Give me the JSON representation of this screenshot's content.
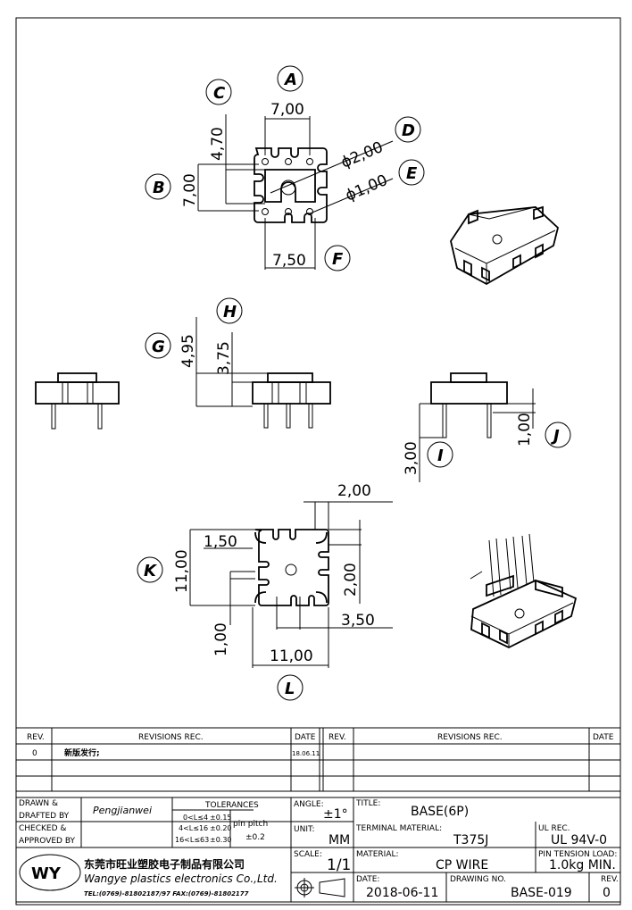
{
  "drawing": {
    "labels": {
      "A": "A",
      "B": "B",
      "C": "C",
      "D": "D",
      "E": "E",
      "F": "F",
      "G": "G",
      "H": "H",
      "I": "I",
      "J": "J",
      "K": "K",
      "L": "L"
    },
    "top_view": {
      "width_top": "7,00",
      "height_left": "7,00",
      "window_height": "4,70",
      "dia_big": "ϕ2,00",
      "dia_pin": "ϕ1,00",
      "width_bottom": "7,50"
    },
    "side_view": {
      "total_height": "4,95",
      "body_height": "3,75",
      "pin_length": "3,00",
      "standoff": "1,00"
    },
    "bottom_view": {
      "slot_top": "2,00",
      "corner": "1,50",
      "height": "11,00",
      "slot_right": "2,00",
      "pitch": "3,50",
      "slot_width": "1,00",
      "width": "11,00"
    }
  },
  "revisions": {
    "headers": {
      "rev": "REV.",
      "rec": "REVISIONS   REC.",
      "date": "DATE"
    },
    "rows": [
      {
        "rev": "0",
        "rec": "新版发行;",
        "date": "18.06.11"
      }
    ]
  },
  "title_block": {
    "drawn_label": "DRAWN &",
    "drafted_label": "DRAFTED BY",
    "drawn_by": "Pengjianwei",
    "checked_label": "CHECKED &",
    "approved_label": "APPROVED BY",
    "tolerances_title": "TOLERANCES",
    "tolerances": [
      {
        "range": "0<L≤4",
        "value": "±0.15"
      },
      {
        "range": "4<L≤16",
        "value": "±0.20"
      },
      {
        "range": "16<L≤63",
        "value": "±0.30"
      }
    ],
    "pin_pitch_label": "pin pitch",
    "pin_pitch_value": "±0.2",
    "angle_label": "ANGLE:",
    "angle_value": "±1°",
    "unit_label": "UNIT:",
    "unit_value": "MM",
    "scale_label": "SCALE:",
    "scale_value": "1/1",
    "title_label": "TITLE:",
    "title_value": "BASE(6P)",
    "terminal_label": "TERMINAL  MATERIAL:",
    "terminal_value": "T375J",
    "ul_label": "UL REC.",
    "ul_value": "UL 94V-0",
    "material_label": "MATERIAL:",
    "material_value": "CP  WIRE",
    "tension_label": "PIN TENSION LOAD:",
    "tension_value": "1.0kg  MIN.",
    "date_label": "DATE:",
    "date_value": "2018-06-11",
    "drawing_no_label": "DRAWING NO.",
    "drawing_no_value": "BASE-019",
    "rev_label": "REV.",
    "rev_value": "0",
    "company_logo": "WY",
    "company_cn": "东莞市旺业塑胶电子制品有限公司",
    "company_en": "Wangye plastics electronics Co.,Ltd.",
    "contact": "TEL:(0769)-81802187/97  FAX:(0769)-81802177"
  }
}
